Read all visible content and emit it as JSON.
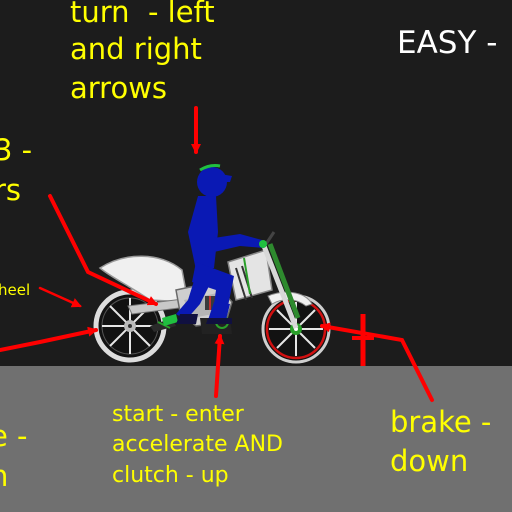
{
  "game": {
    "difficulty_label": "EASY -",
    "colors": {
      "sky": "#1c1c1c",
      "ground": "#707070",
      "label_text": "#ffff00",
      "arrow": "#ff0000",
      "rider": "#0a19b4",
      "bike_frame": "#e0e0e0",
      "fork": "#2e8a2e"
    }
  },
  "labels": {
    "turn_lines": [
      "turn  - left",
      "and right",
      "arrows"
    ],
    "gears_lines": [
      "3 -",
      "rs"
    ],
    "wheel": "heel",
    "back_lines": [
      "e -",
      "n"
    ],
    "start_lines": [
      "start - enter",
      "accelerate AND",
      "clutch - up"
    ],
    "brake_lines": [
      "brake -",
      "down"
    ]
  }
}
